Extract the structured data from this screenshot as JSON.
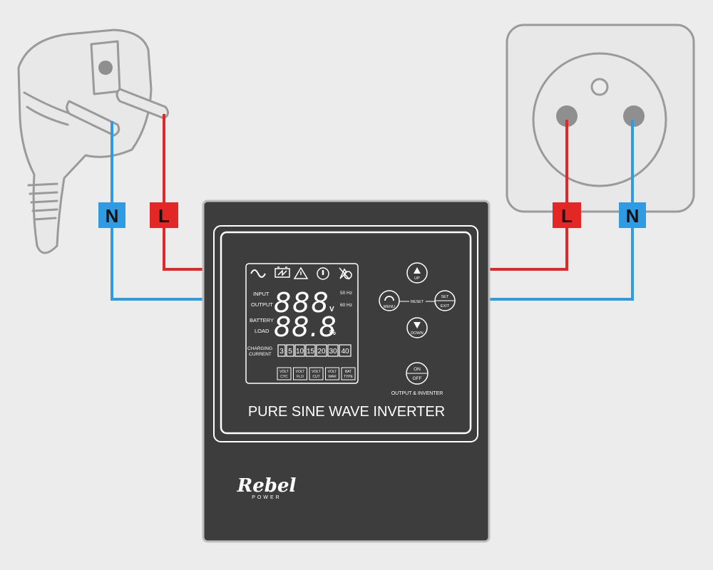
{
  "colors": {
    "background": "#ececec",
    "live_wire": "#e32626",
    "neutral_wire": "#2e9be3",
    "device_body": "#3d3d3d",
    "outline": "#ffffff",
    "lcd_bg": "#3d3d3d"
  },
  "icons": [
    "sine-wave-icon",
    "battery-icon",
    "warning-icon",
    "temperature-icon",
    "fan-icon",
    "menu-icon",
    "up-arrow-icon",
    "down-arrow-icon",
    "plug-icon",
    "socket-icon"
  ],
  "input_side": {
    "neutral_label": "N",
    "live_label": "L"
  },
  "output_side": {
    "live_label": "L",
    "neutral_label": "N"
  },
  "lcd": {
    "input_label": "INPUT",
    "output_label": "OUTPUT",
    "digits_top": "888",
    "unit_v": "V",
    "hz_50": "50 Hz",
    "hz_60": "60 Hz",
    "battery_label": "BATTERY",
    "load_label": "LOAD",
    "digits_bottom": "88.8",
    "unit_percent": "%",
    "charging_label_1": "CHARGING",
    "charging_label_2": "CURRENT",
    "charging_values": [
      "3",
      "5",
      "10",
      "15",
      "20",
      "30",
      "40"
    ],
    "settings": [
      {
        "l1": "VOLT",
        "l2": "CYC"
      },
      {
        "l1": "VOLT",
        "l2": "FLO"
      },
      {
        "l1": "VOLT",
        "l2": "CUT"
      },
      {
        "l1": "VOLT",
        "l2": "WAR"
      },
      {
        "l1": "BAT",
        "l2": "TYPE"
      }
    ]
  },
  "buttons": {
    "up": "UP",
    "menu": "MENU",
    "reset": "RESET",
    "set": "SET",
    "exit": "EXIT",
    "down": "DOWN",
    "on": "ON",
    "off": "OFF",
    "output_inverter": "OUTPUT & INVENTER"
  },
  "device_title": "PURE SINE WAVE INVERTER",
  "brand": {
    "name": "Rebel",
    "sub": "POWER"
  }
}
